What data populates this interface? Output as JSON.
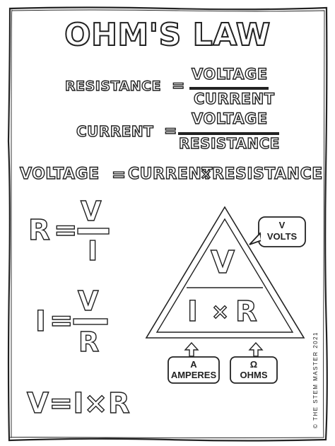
{
  "title": "OHM'S LAW",
  "formulas": {
    "resistance": {
      "left": "RESISTANCE",
      "eq": "=",
      "numerator": "VOLTAGE",
      "denominator": "CURRENT"
    },
    "current": {
      "left": "CURRENT",
      "eq": "=",
      "numerator": "VOLTAGE",
      "denominator": "RESISTANCE"
    },
    "voltage": {
      "left": "VOLTAGE",
      "eq": "=",
      "right1": "CURRENT",
      "times": "×",
      "right2": "RESISTANCE"
    }
  },
  "short_formulas": {
    "r": {
      "left": "R",
      "eq": "=",
      "numerator": "V",
      "denominator": "I"
    },
    "i": {
      "left": "I",
      "eq": "=",
      "numerator": "V",
      "denominator": "R"
    },
    "v": {
      "text": "V=I×R"
    }
  },
  "triangle": {
    "top": "V",
    "bottom_left": "I",
    "times": "×",
    "bottom_right": "R"
  },
  "callouts": {
    "volts": {
      "symbol": "V",
      "label": "VOLTS"
    },
    "amperes": {
      "symbol": "A",
      "label": "AMPERES"
    },
    "ohms": {
      "symbol": "Ω",
      "label": "OHMS"
    }
  },
  "copyright": "© THE STEM MASTER 2021"
}
